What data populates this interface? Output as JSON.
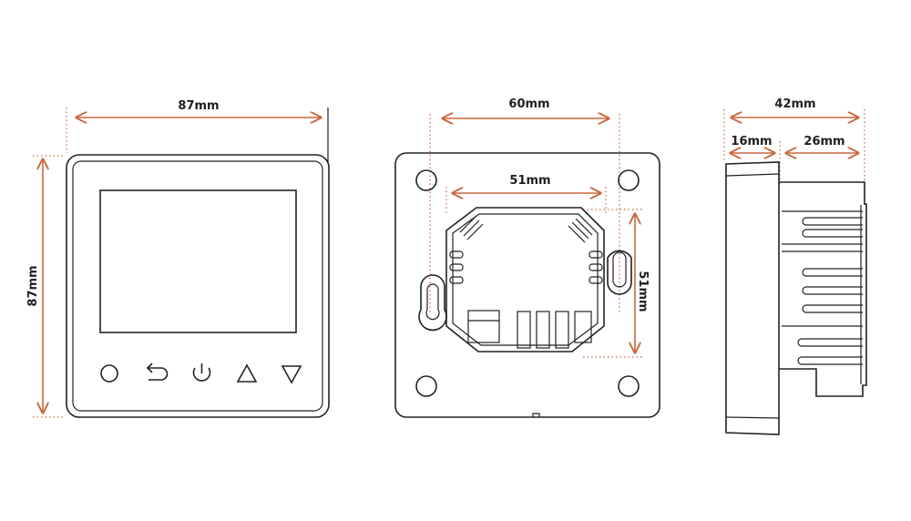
{
  "colors": {
    "dimension": "#c8673e",
    "outline": "#222222",
    "background": "#ffffff"
  },
  "front_view": {
    "width_label": "87mm",
    "height_label": "87mm",
    "buttons": [
      {
        "name": "circle-icon"
      },
      {
        "name": "back-arrow-icon"
      },
      {
        "name": "power-icon"
      },
      {
        "name": "triangle-up-icon"
      },
      {
        "name": "triangle-down-icon"
      }
    ]
  },
  "back_view": {
    "outer_width_label": "60mm",
    "inner_width_label": "51mm",
    "inner_height_label": "51mm"
  },
  "side_view": {
    "total_depth_label": "42mm",
    "front_depth_label": "16mm",
    "rear_depth_label": "26mm"
  }
}
